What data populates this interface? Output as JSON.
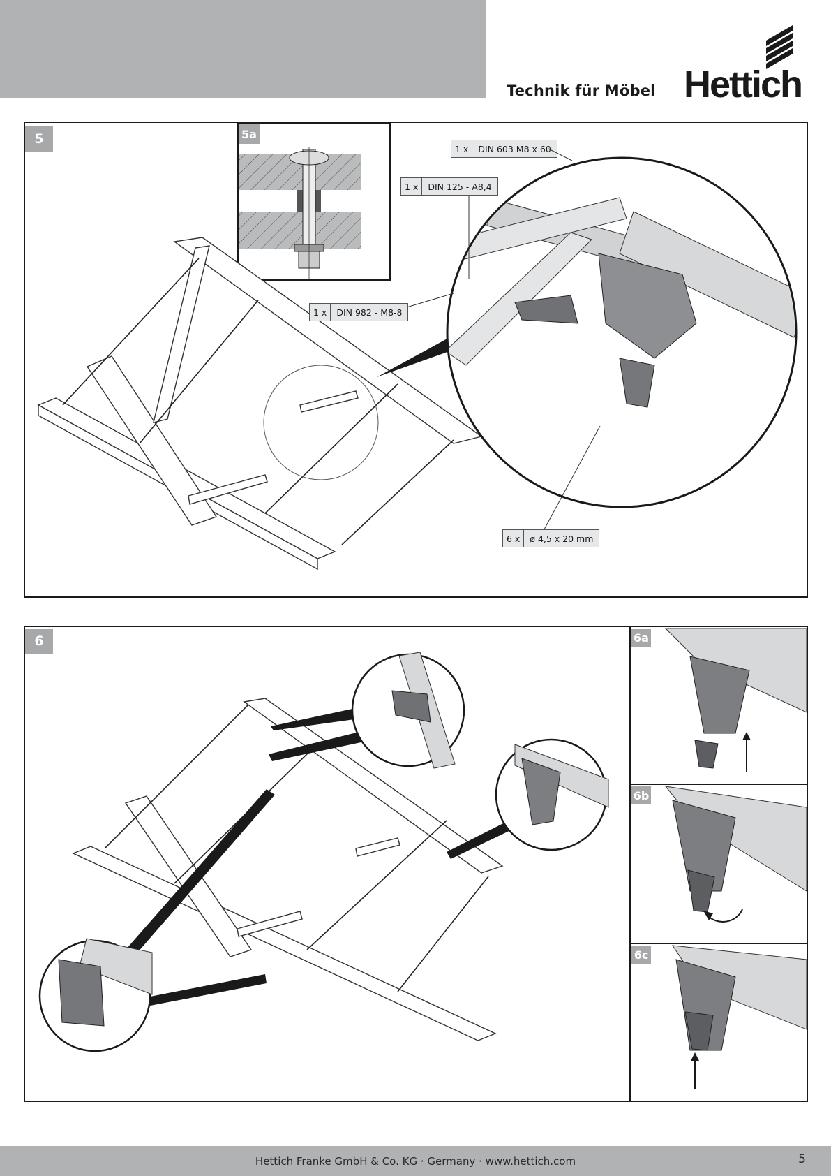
{
  "header": {
    "tagline": "Technik für Möbel",
    "brand": "Hettich"
  },
  "step5": {
    "number": "5",
    "detail_label": "5a",
    "specs": [
      {
        "qty": "1 x",
        "desc": "DIN 603 M8 x 60"
      },
      {
        "qty": "1 x",
        "desc": "DIN 125 - A8,4"
      },
      {
        "qty": "1 x",
        "desc": "DIN 982 - M8-8"
      },
      {
        "qty": "6 x",
        "desc": "ø 4,5 x 20 mm"
      }
    ]
  },
  "step6": {
    "number": "6",
    "sub_labels": [
      "6a",
      "6b",
      "6c"
    ]
  },
  "footer": {
    "company": "Hettich Franke GmbH & Co. KG  ·  Germany  ·  www.hettich.com",
    "page": "5"
  },
  "colors": {
    "header_gray": "#b0b2b4",
    "badge_gray": "#a6a8aa",
    "line": "#1a1a1a"
  }
}
